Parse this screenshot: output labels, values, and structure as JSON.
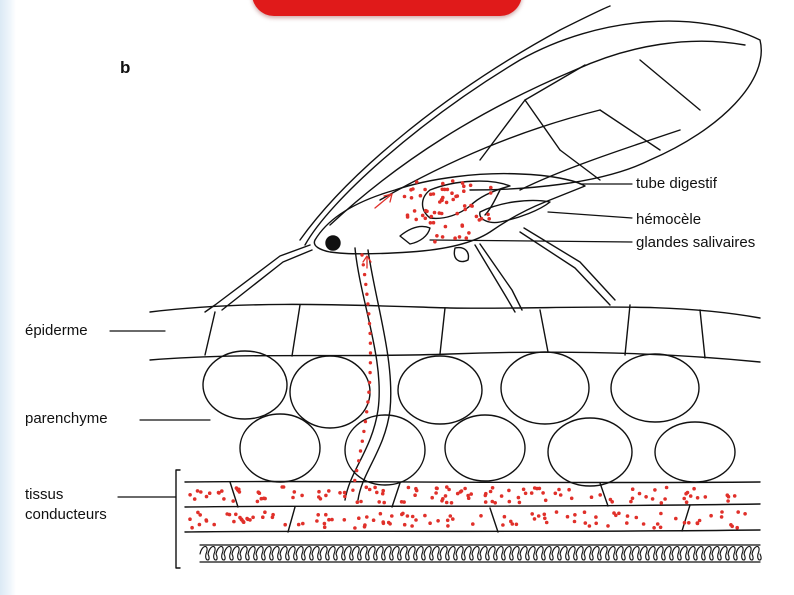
{
  "panel_letter": "b",
  "labels": {
    "tube_digestif": "tube digestif",
    "hemocele": "hémocèle",
    "glandes_salivaires": "glandes salivaires",
    "epiderme": "épiderme",
    "parenchyme": "parenchyme",
    "tissus": "tissus",
    "conducteurs": "conducteurs"
  },
  "colors": {
    "banner": "#e01a1a",
    "dots": "#e0302a",
    "ink": "#111111"
  }
}
